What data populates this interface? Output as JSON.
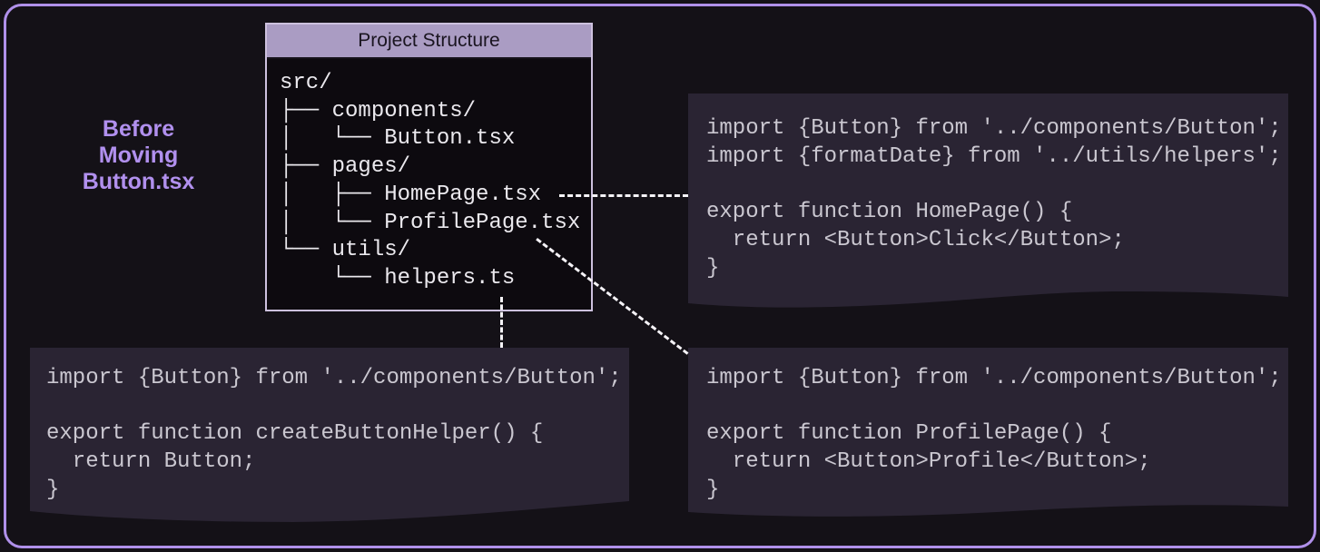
{
  "diagram": {
    "title_label": {
      "lines": [
        "Before",
        "Moving",
        "Button.tsx"
      ]
    },
    "project_structure": {
      "header": "Project Structure",
      "tree": "src/\n├── components/\n│   └── Button.tsx\n├── pages/\n│   ├── HomePage.tsx\n│   └── ProfilePage.tsx\n└── utils/\n    └── helpers.ts"
    },
    "code_blocks": [
      {
        "id": "homepage",
        "code": "import {Button} from '../components/Button';\nimport {formatDate} from '../utils/helpers';\n\nexport function HomePage() {\n  return <Button>Click</Button>;\n}"
      },
      {
        "id": "helpers",
        "code": "import {Button} from '../components/Button';\n\nexport function createButtonHelper() {\n  return Button;\n}"
      },
      {
        "id": "profilepage",
        "code": "import {Button} from '../components/Button';\n\nexport function ProfilePage() {\n  return <Button>Profile</Button>;\n}"
      }
    ],
    "colors": {
      "background": "#141117",
      "frame_border": "#b090ea",
      "code_block_bg": "#2a2433",
      "code_text": "#cac7d0",
      "tree_header_bg": "#aa9cc3",
      "tree_border": "#cdc1de",
      "tree_text": "#ebe9ee",
      "label_text": "#b190ee",
      "connector": "#f5f3f7"
    }
  }
}
